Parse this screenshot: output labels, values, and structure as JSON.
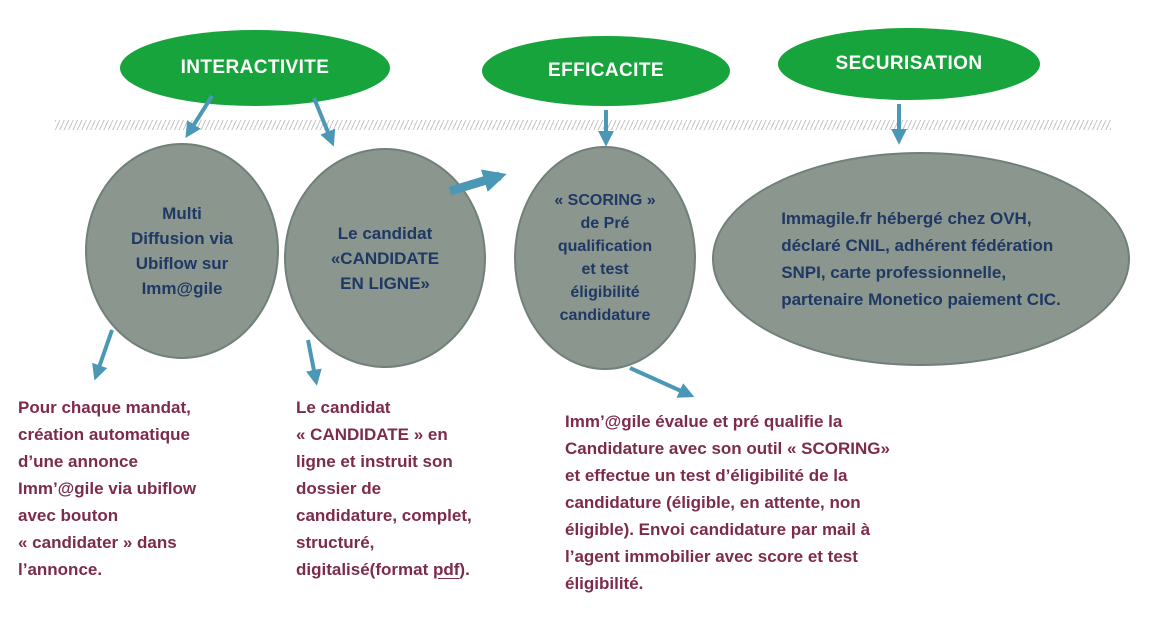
{
  "colors": {
    "green": "#18a43c",
    "bubble_fill": "#8a968e",
    "bubble_border": "#71807a",
    "bubble_text": "#1f3864",
    "arrow": "#4a98b6",
    "note_text": "#7d2b4b"
  },
  "top_labels": [
    {
      "label": "INTERACTIVITE"
    },
    {
      "label": "EFFICACITE"
    },
    {
      "label": "SECURISATION"
    }
  ],
  "bubbles": [
    {
      "lines": [
        "Multi",
        "Diffusion via",
        "Ubiflow sur",
        "Imm@gile"
      ]
    },
    {
      "lines": [
        "Le candidat",
        "«CANDIDATE",
        "EN LIGNE»"
      ]
    },
    {
      "lines": [
        "« SCORING »",
        "de Pré",
        "qualification",
        "et test",
        "éligibilité",
        "candidature"
      ]
    },
    {
      "lines": [
        "Immagile.fr hébergé chez OVH,",
        "déclaré CNIL, adhérent fédération",
        "SNPI, carte professionnelle,",
        "partenaire Monetico paiement CIC."
      ]
    }
  ],
  "notes": [
    {
      "lines": [
        "Pour chaque mandat,",
        "création automatique",
        "d’une annonce",
        "Imm’@gile via ubiflow",
        "avec  bouton",
        "« candidater » dans",
        "l’annonce."
      ]
    },
    {
      "lines": [
        "Le candidat",
        "« CANDIDATE » en",
        "ligne et instruit son",
        "dossier de",
        "candidature, complet,",
        "structuré,"
      ],
      "last_line": {
        "pre": "digitalisé(format ",
        "underlined": "pdf",
        "post": ")."
      }
    },
    {
      "lines": [
        "Imm’@gile évalue et pré qualifie la",
        "Candidature avec son outil « SCORING»",
        "et effectue un test d’éligibilité de la",
        "candidature (éligible, en attente, non",
        "éligible). Envoi candidature par mail  à",
        "l’agent immobilier avec score et test",
        "éligibilité."
      ]
    }
  ]
}
